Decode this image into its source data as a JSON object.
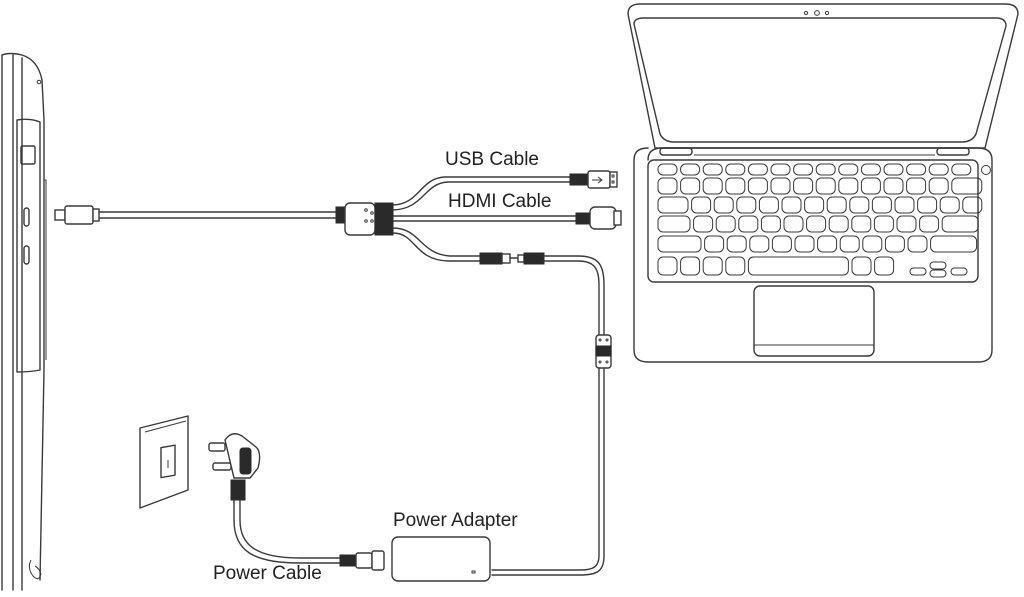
{
  "diagram": {
    "type": "connection-diagram",
    "labels": {
      "usb_cable": "USB Cable",
      "hdmi_cable": "HDMI Cable",
      "power_adapter": "Power Adapter",
      "power_cable": "Power Cable"
    },
    "components": [
      {
        "id": "pen-display",
        "name": "Pen display (side view)"
      },
      {
        "id": "laptop",
        "name": "Laptop"
      },
      {
        "id": "splitter",
        "name": "3-in-1 cable splitter"
      },
      {
        "id": "usb-plug",
        "name": "USB-A plug"
      },
      {
        "id": "hdmi-plug",
        "name": "HDMI plug"
      },
      {
        "id": "dc-connector",
        "name": "DC power connector"
      },
      {
        "id": "ferrite-core",
        "name": "Ferrite core"
      },
      {
        "id": "power-adapter",
        "name": "Power adapter"
      },
      {
        "id": "mains-plug",
        "name": "Mains plug (UK type)"
      },
      {
        "id": "wall-socket",
        "name": "Wall socket"
      }
    ],
    "connections": [
      {
        "from": "pen-display",
        "to": "splitter",
        "via": "USB-C"
      },
      {
        "from": "splitter",
        "to": "laptop",
        "via": "USB Cable"
      },
      {
        "from": "splitter",
        "to": "laptop",
        "via": "HDMI Cable"
      },
      {
        "from": "splitter",
        "to": "power-adapter",
        "via": "DC cable"
      },
      {
        "from": "power-adapter",
        "to": "wall-socket",
        "via": "Power Cable"
      }
    ],
    "colors": {
      "line": "#3a3a3a",
      "background": "#ffffff"
    }
  }
}
